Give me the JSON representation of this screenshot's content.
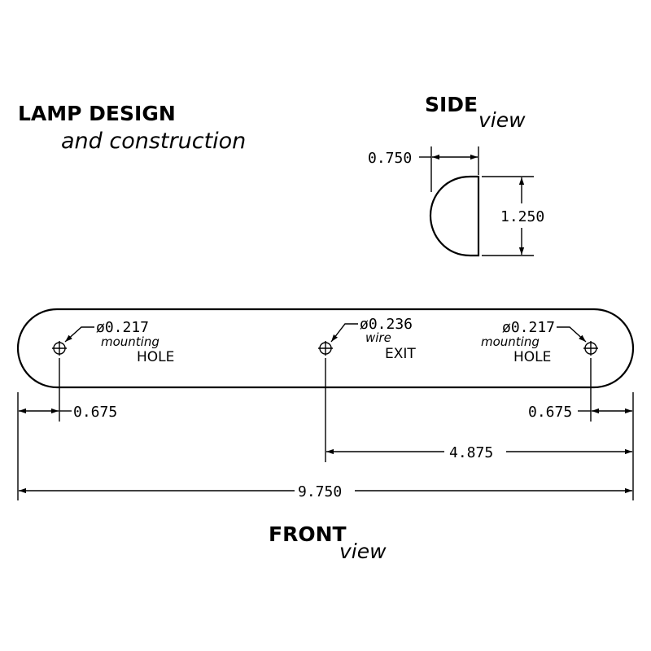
{
  "title": {
    "line1": "LAMP DESIGN",
    "line2": "and construction"
  },
  "side_view": {
    "heading": "SIDE",
    "subheading": "view",
    "width_dim": "0.750",
    "height_dim": "1.250"
  },
  "front_view": {
    "heading": "FRONT",
    "subheading": "view",
    "left_hole": {
      "dia": "ø0.217",
      "sub": "mounting",
      "main": "HOLE"
    },
    "center_hole": {
      "dia": "ø0.236",
      "sub": "wire",
      "main": "EXIT"
    },
    "right_hole": {
      "dia": "ø0.217",
      "sub": "mounting",
      "main": "HOLE"
    },
    "left_offset_dim": "0.675",
    "right_offset_dim": "0.675",
    "half_length_dim": "4.875",
    "total_length_dim": "9.750"
  }
}
